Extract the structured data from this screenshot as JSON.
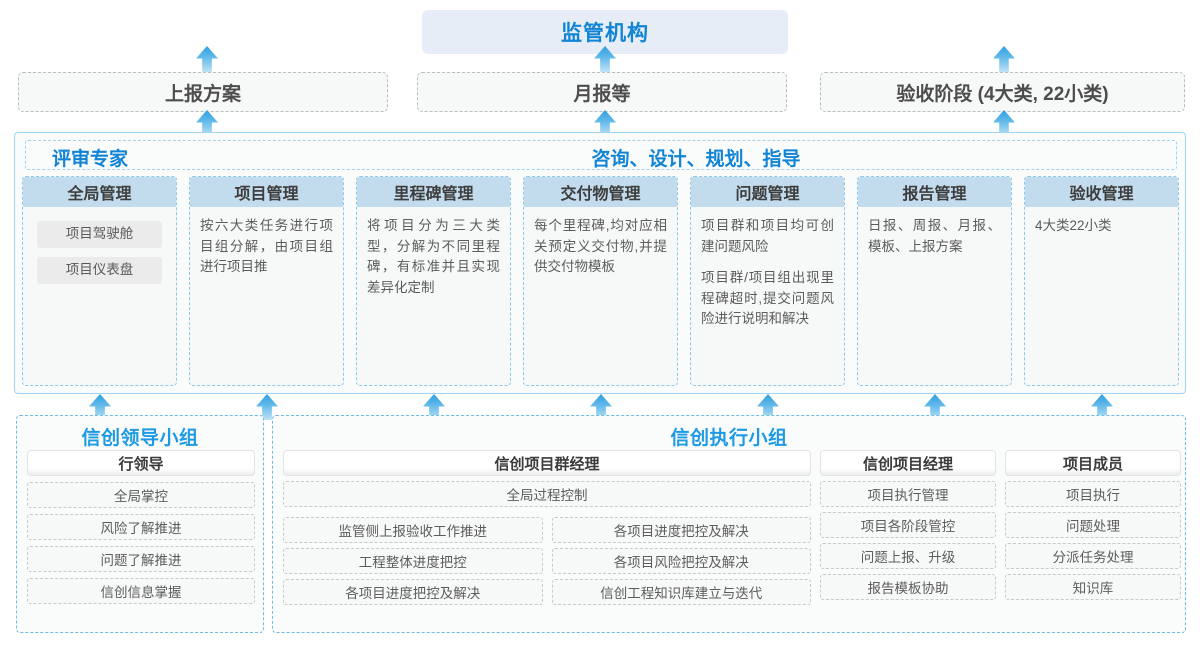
{
  "top": {
    "authority": "监管机构",
    "reporting": [
      {
        "label": "上报方案"
      },
      {
        "label": "月报等"
      },
      {
        "label": "验收阶段 (4大类, 22小类)"
      }
    ]
  },
  "advisory": {
    "left_label": "评审专家",
    "center_label": "咨询、设计、规划、指导",
    "columns": [
      {
        "title": "全局管理",
        "pills": [
          "项目驾驶舱",
          "项目仪表盘"
        ],
        "paragraphs": []
      },
      {
        "title": "项目管理",
        "pills": [],
        "paragraphs": [
          "按六大类任务进行项目组分解，由项目组进行项目推"
        ]
      },
      {
        "title": "里程碑管理",
        "pills": [],
        "paragraphs": [
          "将项目分为三大类型，分解为不同里程碑，有标准并且实现差异化定制"
        ]
      },
      {
        "title": "交付物管理",
        "pills": [],
        "paragraphs": [
          "每个里程碑,均对应相关预定义交付物,并提供交付物模板"
        ]
      },
      {
        "title": "问题管理",
        "pills": [],
        "paragraphs": [
          "项目群和项目均可创建问题风险",
          "项目群/项目组出现里程碑超时,提交问题风险进行说明和解决"
        ]
      },
      {
        "title": "报告管理",
        "pills": [],
        "paragraphs": [
          "日报、周报、月报、模板、上报方案"
        ]
      },
      {
        "title": "验收管理",
        "pills": [],
        "paragraphs": [
          "4大类22小类"
        ]
      }
    ]
  },
  "bottom": {
    "lead_group": {
      "title": "信创领导小组",
      "role": "行领导",
      "tasks": [
        "全局掌控",
        "风险了解推进",
        "问题了解推进",
        "信创信息掌握"
      ]
    },
    "exec_group": {
      "title": "信创执行小组",
      "program_manager": {
        "role": "信创项目群经理",
        "full_width_task": "全局过程控制",
        "left_tasks": [
          "监管侧上报验收工作推进",
          "工程整体进度把控",
          "各项目进度把控及解决"
        ],
        "right_tasks": [
          "各项目进度把控及解决",
          "各项目风险把控及解决",
          "信创工程知识库建立与迭代"
        ]
      },
      "project_manager": {
        "role": "信创项目经理",
        "tasks": [
          "项目执行管理",
          "项目各阶段管控",
          "问题上报、升级",
          "报告模板协助"
        ]
      },
      "member": {
        "role": "项目成员",
        "tasks": [
          "项目执行",
          "问题处理",
          "分派任务处理",
          "知识库"
        ]
      }
    }
  },
  "colors": {
    "accent_blue": "#1184d6",
    "header_fill": "#c3dced",
    "authority_fill": "#e7edf6",
    "arrow_blue": "#2f9fe0"
  }
}
